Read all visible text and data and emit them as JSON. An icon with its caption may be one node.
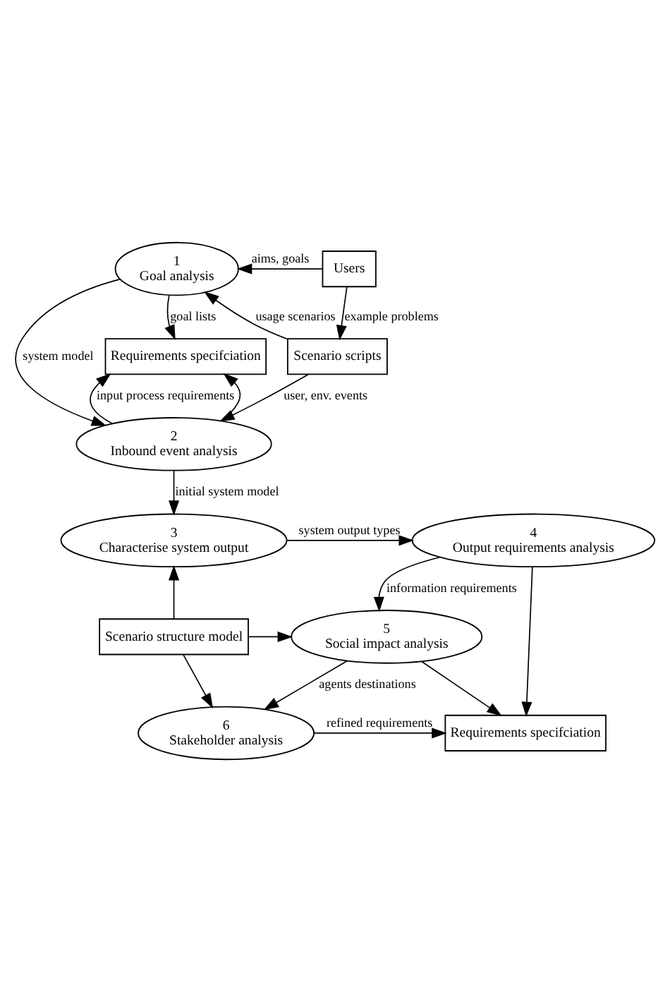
{
  "diagram": {
    "nodes": [
      {
        "text": [
          "1",
          "Goal analysis"
        ]
      },
      {
        "text": [
          "Users"
        ]
      },
      {
        "text": [
          "Requirements specifciation"
        ]
      },
      {
        "text": [
          "Scenario scripts"
        ]
      },
      {
        "text": [
          "2",
          "Inbound event analysis"
        ]
      },
      {
        "text": [
          "3",
          "Characterise system output"
        ]
      },
      {
        "text": [
          "4",
          "Output requirements analysis"
        ]
      },
      {
        "text": [
          "Scenario structure model"
        ]
      },
      {
        "text": [
          "5",
          "Social impact analysis"
        ]
      },
      {
        "text": [
          "6",
          "Stakeholder analysis"
        ]
      },
      {
        "text": [
          "Requirements specifciation"
        ]
      }
    ],
    "edges": [
      {
        "from": 1,
        "to": 0,
        "arrow": "to",
        "label": "aims, goals"
      },
      {
        "from": 1,
        "to": 3,
        "arrow": "to",
        "label": "example problems"
      },
      {
        "from": 0,
        "to": 2,
        "arrow": "to",
        "label": "goal lists"
      },
      {
        "from": 0,
        "to": 4,
        "arrow": "to",
        "label": "system model"
      },
      {
        "from": 3,
        "to": 0,
        "arrow": "to",
        "label": "usage scenarios"
      },
      {
        "from": 3,
        "to": 4,
        "arrow": "to",
        "label": "user, env. events"
      },
      {
        "from": 4,
        "to": 2,
        "arrow": "to",
        "label": "input process requirements"
      },
      {
        "from": 4,
        "to": 2,
        "arrow": "to"
      },
      {
        "from": 4,
        "to": 5,
        "arrow": "to",
        "label": "initial system model"
      },
      {
        "from": 5,
        "to": 6,
        "arrow": "to",
        "label": "system output types"
      },
      {
        "from": 6,
        "to": 8,
        "arrow": "to",
        "label": "information requirements"
      },
      {
        "from": 6,
        "to": 10,
        "arrow": "to"
      },
      {
        "from": 7,
        "to": 5,
        "arrow": "to"
      },
      {
        "from": 7,
        "to": 8,
        "arrow": "to"
      },
      {
        "from": 7,
        "to": 9,
        "arrow": "to"
      },
      {
        "from": 8,
        "to": 9,
        "arrow": "to",
        "label": "agents destinations"
      },
      {
        "from": 8,
        "to": 10,
        "arrow": "to"
      },
      {
        "from": 9,
        "to": 10,
        "arrow": "to",
        "label": "refined requirements"
      }
    ]
  }
}
